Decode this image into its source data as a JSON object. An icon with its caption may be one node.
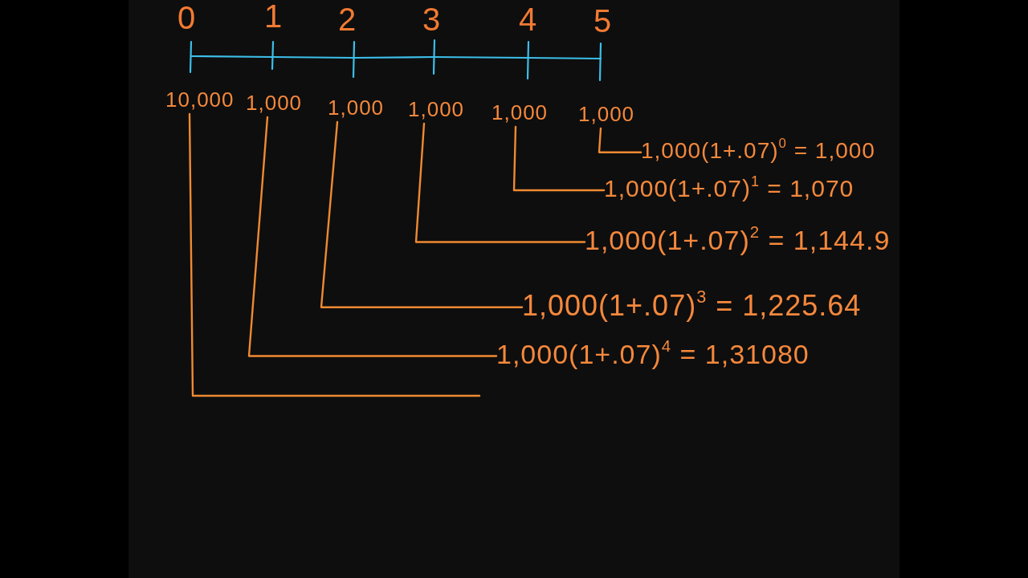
{
  "diagram": {
    "nodes": [
      {
        "text": [
          "10,000"
        ]
      },
      {
        "text": [
          "1,000"
        ]
      },
      {
        "text": [
          "1,000"
        ]
      },
      {
        "text": [
          "1,000"
        ]
      },
      {
        "text": [
          "1,000"
        ]
      },
      {
        "text": [
          "1,000"
        ]
      },
      {
        "text": [
          "1,000(1+.07)$^{0}$ = 1,000"
        ]
      },
      {
        "text": [
          "1,000(1+.07)$^{1}$ = 1,070"
        ]
      },
      {
        "text": [
          "1,000(1+.07)$^{2}$ = 1,144.9"
        ]
      },
      {
        "text": [
          "1,000(1+.07)$^{3}$ = 1,225.64"
        ]
      },
      {
        "text": [
          "1,000(1+.07)$^{4}$ = 1,31080"
        ]
      }
    ],
    "edges": [
      {
        "from": 0,
        "to": null,
        "arrow": "none"
      },
      {
        "from": 1,
        "to": 10,
        "arrow": "none"
      },
      {
        "from": 2,
        "to": 9,
        "arrow": "none"
      },
      {
        "from": 3,
        "to": 8,
        "arrow": "none"
      },
      {
        "from": 4,
        "to": 7,
        "arrow": "none"
      },
      {
        "from": 5,
        "to": 6,
        "arrow": "none"
      }
    ],
    "labels": [
      "0",
      "1",
      "2",
      "3",
      "4",
      "5"
    ]
  }
}
